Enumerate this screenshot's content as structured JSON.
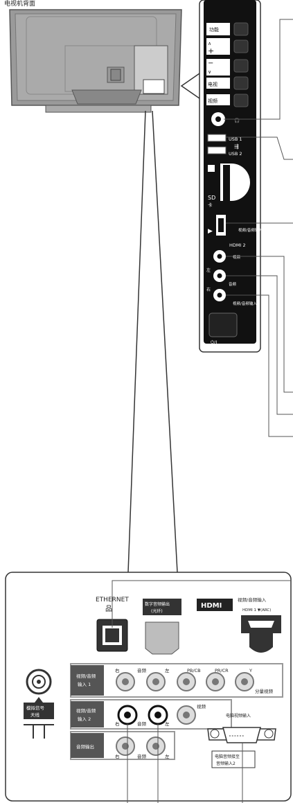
{
  "tv_top_label": "电视机背面",
  "side_panel": {
    "buttons": [
      {
        "label": "功能"
      },
      {
        "label": "∧"
      },
      {
        "label": "+"
      },
      {
        "label": "−"
      },
      {
        "label": "∨"
      },
      {
        "label": "电视"
      },
      {
        "label": "视频"
      }
    ],
    "usb1": "USB 1",
    "usb2": "USB 2",
    "sd": "SD",
    "sd_card": "卡",
    "hdmi2_input": "视频/音频输入",
    "hdmi2": "HDMI 2",
    "video": "视频",
    "audio": "音频",
    "left": "左",
    "right": "右",
    "av3_input": "视频/音频输入3",
    "power": "⏻/I"
  },
  "bottom_panel": {
    "ethernet": "ETHERNET",
    "digital_audio_out": "数字音频输出",
    "optical": "(光纤)",
    "hdmi_logo": "HDMI",
    "av_input": "视频/音频输入",
    "hdmi1_arc": "HDMI 1 ▼(ARC)",
    "antenna": "模拟信号",
    "antenna2": "天线",
    "av_in1": "视频/音频",
    "av_in1b": "输入 1",
    "av_in2": "视频/音频",
    "av_in2b": "输入 2",
    "audio_out": "音频输出",
    "right": "右",
    "audio": "音频",
    "left": "左",
    "pb_cb": "PB/CB",
    "pr_cr": "PR/CR",
    "y": "Y",
    "component": "分量视频",
    "video": "视频",
    "pc_input": "电脑视频输入",
    "pc_audio": "电脑音频接至",
    "pc_audio2": "音频输入2"
  }
}
